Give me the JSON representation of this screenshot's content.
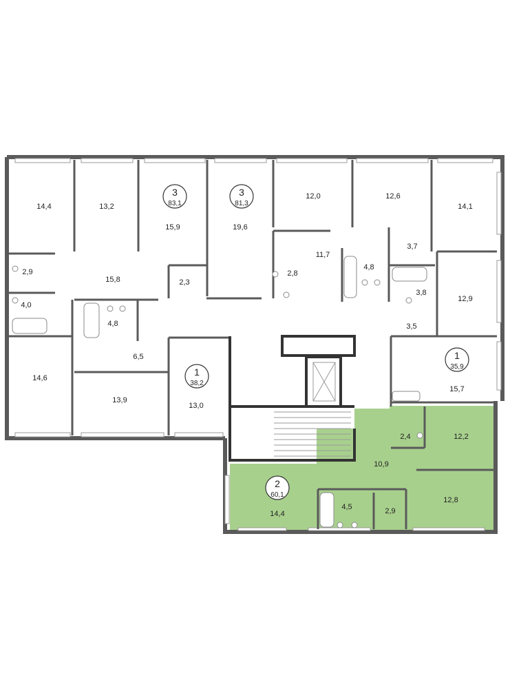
{
  "colors": {
    "highlight": "#a8d08d",
    "wall": "#5a5a5a",
    "background": "#ffffff"
  },
  "apartments": [
    {
      "id": "apt-a",
      "number": "3",
      "area": "83,1"
    },
    {
      "id": "apt-b",
      "number": "3",
      "area": "81,3"
    },
    {
      "id": "apt-c",
      "number": "1",
      "area": "38,2"
    },
    {
      "id": "apt-d",
      "number": "1",
      "area": "35,9"
    },
    {
      "id": "apt-e",
      "number": "2",
      "area": "60,1"
    }
  ],
  "rooms": [
    "14,4",
    "13,2",
    "15,9",
    "19,6",
    "12,0",
    "12,6",
    "14,1",
    "3,7",
    "11,7",
    "2,8",
    "4,8",
    "15,8",
    "2,9",
    "2,3",
    "4,0",
    "4,8",
    "3,8",
    "12,9",
    "3,5",
    "6,5",
    "14,6",
    "13,9",
    "13,0",
    "15,7",
    "2,4",
    "12,2",
    "10,9",
    "14,4",
    "4,5",
    "2,9",
    "12,8"
  ]
}
